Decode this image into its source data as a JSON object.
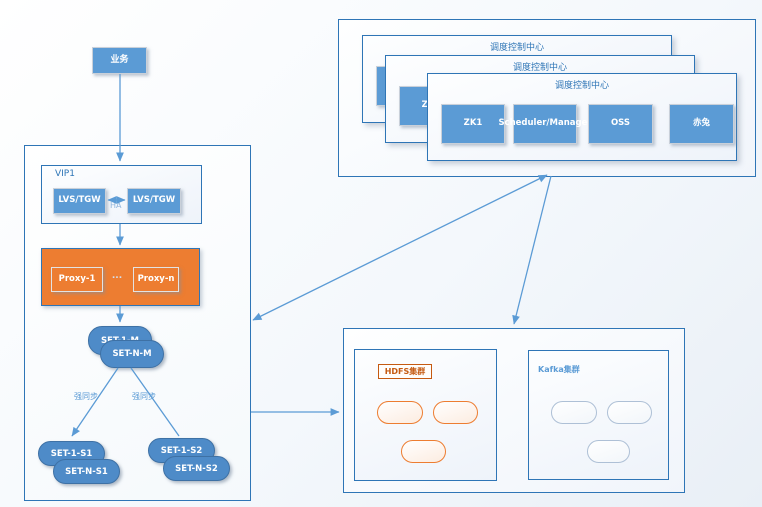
{
  "business": {
    "label": "业务"
  },
  "left_cluster": {
    "vip": {
      "title": "VIP1",
      "node_a": "LVS/TGW",
      "node_b": "LVS/TGW",
      "ha_label": "HA"
    },
    "proxy": {
      "node_a": "Proxy-1",
      "node_b": "Proxy-n",
      "ellipsis": "..."
    },
    "master": {
      "back": "SET-1-M",
      "front": "SET-N-M"
    },
    "sync_left": "强同步",
    "sync_right": "强同步",
    "slaves_1": {
      "back": "SET-1-S1",
      "front": "SET-N-S1"
    },
    "slaves_2": {
      "back": "SET-1-S2",
      "front": "SET-N-S2"
    }
  },
  "control_center": {
    "title": "调度控制中心",
    "stack_count": 3,
    "nodes": {
      "zk": "ZK1",
      "scheduler": "Scheduler/Manager",
      "oss": "OSS",
      "chitu": "赤兔"
    }
  },
  "storage": {
    "hdfs": {
      "label": "HDFS集群",
      "node_count": 3
    },
    "kafka": {
      "label": "Kafka集群",
      "node_count": 3
    }
  },
  "colors": {
    "node_blue": "#5B9BD5",
    "node_orange": "#ED7D31",
    "container_border": "#2E75B6",
    "pill_blue": "#4E8BC8",
    "hdfs_accent": "#C55A11",
    "hdfs_node_border": "#ED7D31",
    "kafka_node_border": "#AEC0D6",
    "connector": "#5B9BD5",
    "label_blue": "#2E75B6"
  }
}
